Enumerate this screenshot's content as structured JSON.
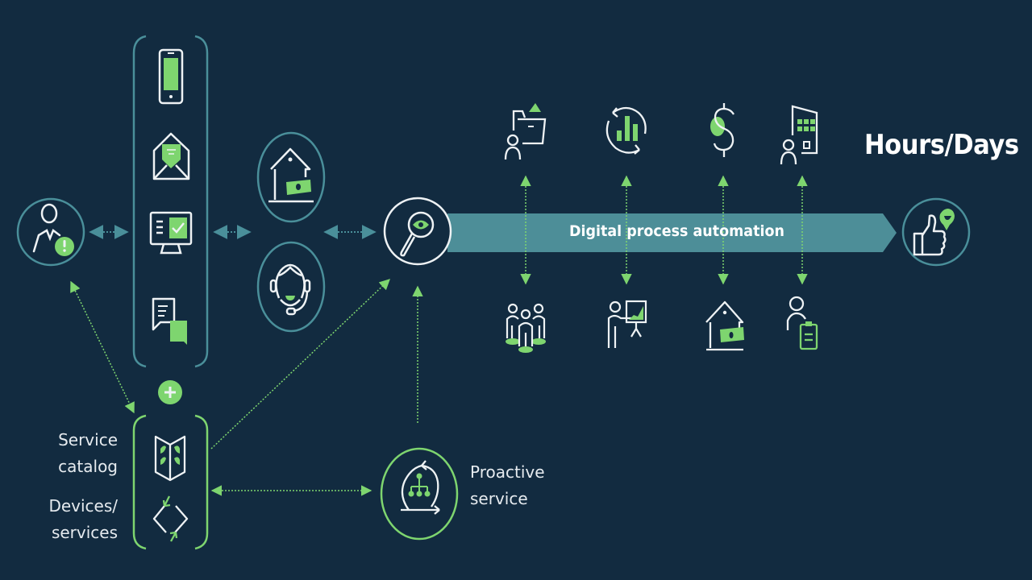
{
  "diagram": {
    "heading": "Hours/Days",
    "process_bar_label": "Digital process automation",
    "labels": {
      "service_catalog": [
        "Service",
        "catalog"
      ],
      "devices_services": [
        "Devices/",
        "services"
      ],
      "proactive_service": [
        "Proactive",
        "service"
      ]
    },
    "colors": {
      "background": "#122b40",
      "teal": "#4a8f9a",
      "teal_bar": "#4d8e98",
      "green": "#7ed56f",
      "white": "#eef2f4"
    },
    "nodes": [
      {
        "id": "employee-issue",
        "icon": "user-alert-icon"
      },
      {
        "id": "channels",
        "icons": [
          "mobile-phone-icon",
          "email-icon",
          "monitor-checklist-icon",
          "chat-icon"
        ]
      },
      {
        "id": "self-service",
        "icon": "house-money-icon"
      },
      {
        "id": "agent",
        "icon": "headset-agent-icon"
      },
      {
        "id": "triage",
        "icon": "magnifier-eye-icon"
      },
      {
        "id": "outcome",
        "icon": "thumbs-up-icon"
      },
      {
        "id": "catalog-group",
        "icons": [
          "service-catalog-icon",
          "devices-services-icon"
        ]
      },
      {
        "id": "proactive",
        "icon": "proactive-hierarchy-icon"
      }
    ],
    "process_top_icons": [
      "user-folder-icon",
      "refresh-chart-icon",
      "dollar-icon",
      "user-building-icon"
    ],
    "process_bottom_icons": [
      "team-icon",
      "presenter-chart-icon",
      "house-money-icon",
      "user-clipboard-icon"
    ]
  }
}
